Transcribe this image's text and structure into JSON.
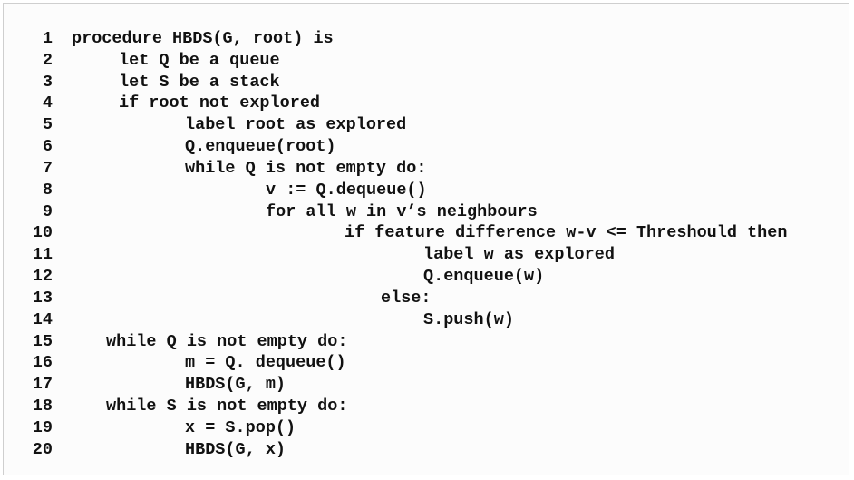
{
  "lines": [
    {
      "n": "1",
      "text": "procedure HBDS(G, root) is"
    },
    {
      "n": "2",
      "text": "let Q be a queue"
    },
    {
      "n": "3",
      "text": "let S be a stack"
    },
    {
      "n": "4",
      "text": "if root not explored"
    },
    {
      "n": "5",
      "text": "label root as explored"
    },
    {
      "n": "6",
      "text": "Q.enqueue(root)"
    },
    {
      "n": "7",
      "text": "while Q is not empty do:"
    },
    {
      "n": "8",
      "text": "v := Q.dequeue()"
    },
    {
      "n": "9",
      "text": "for all w in v’s neighbours"
    },
    {
      "n": "10",
      "text": "if feature difference w-v <= Threshould then"
    },
    {
      "n": "11",
      "text": "label w as explored"
    },
    {
      "n": "12",
      "text": "Q.enqueue(w)"
    },
    {
      "n": "13",
      "text": "else:"
    },
    {
      "n": "14",
      "text": "S.push(w)"
    },
    {
      "n": "15",
      "text": "while Q is not empty do:"
    },
    {
      "n": "16",
      "text": "m = Q. dequeue()"
    },
    {
      "n": "17",
      "text": "HBDS(G, m)"
    },
    {
      "n": "18",
      "text": "while S is not empty do:"
    },
    {
      "n": "19",
      "text": "x = S.pop()"
    },
    {
      "n": "20",
      "text": "HBDS(G, x)"
    }
  ]
}
